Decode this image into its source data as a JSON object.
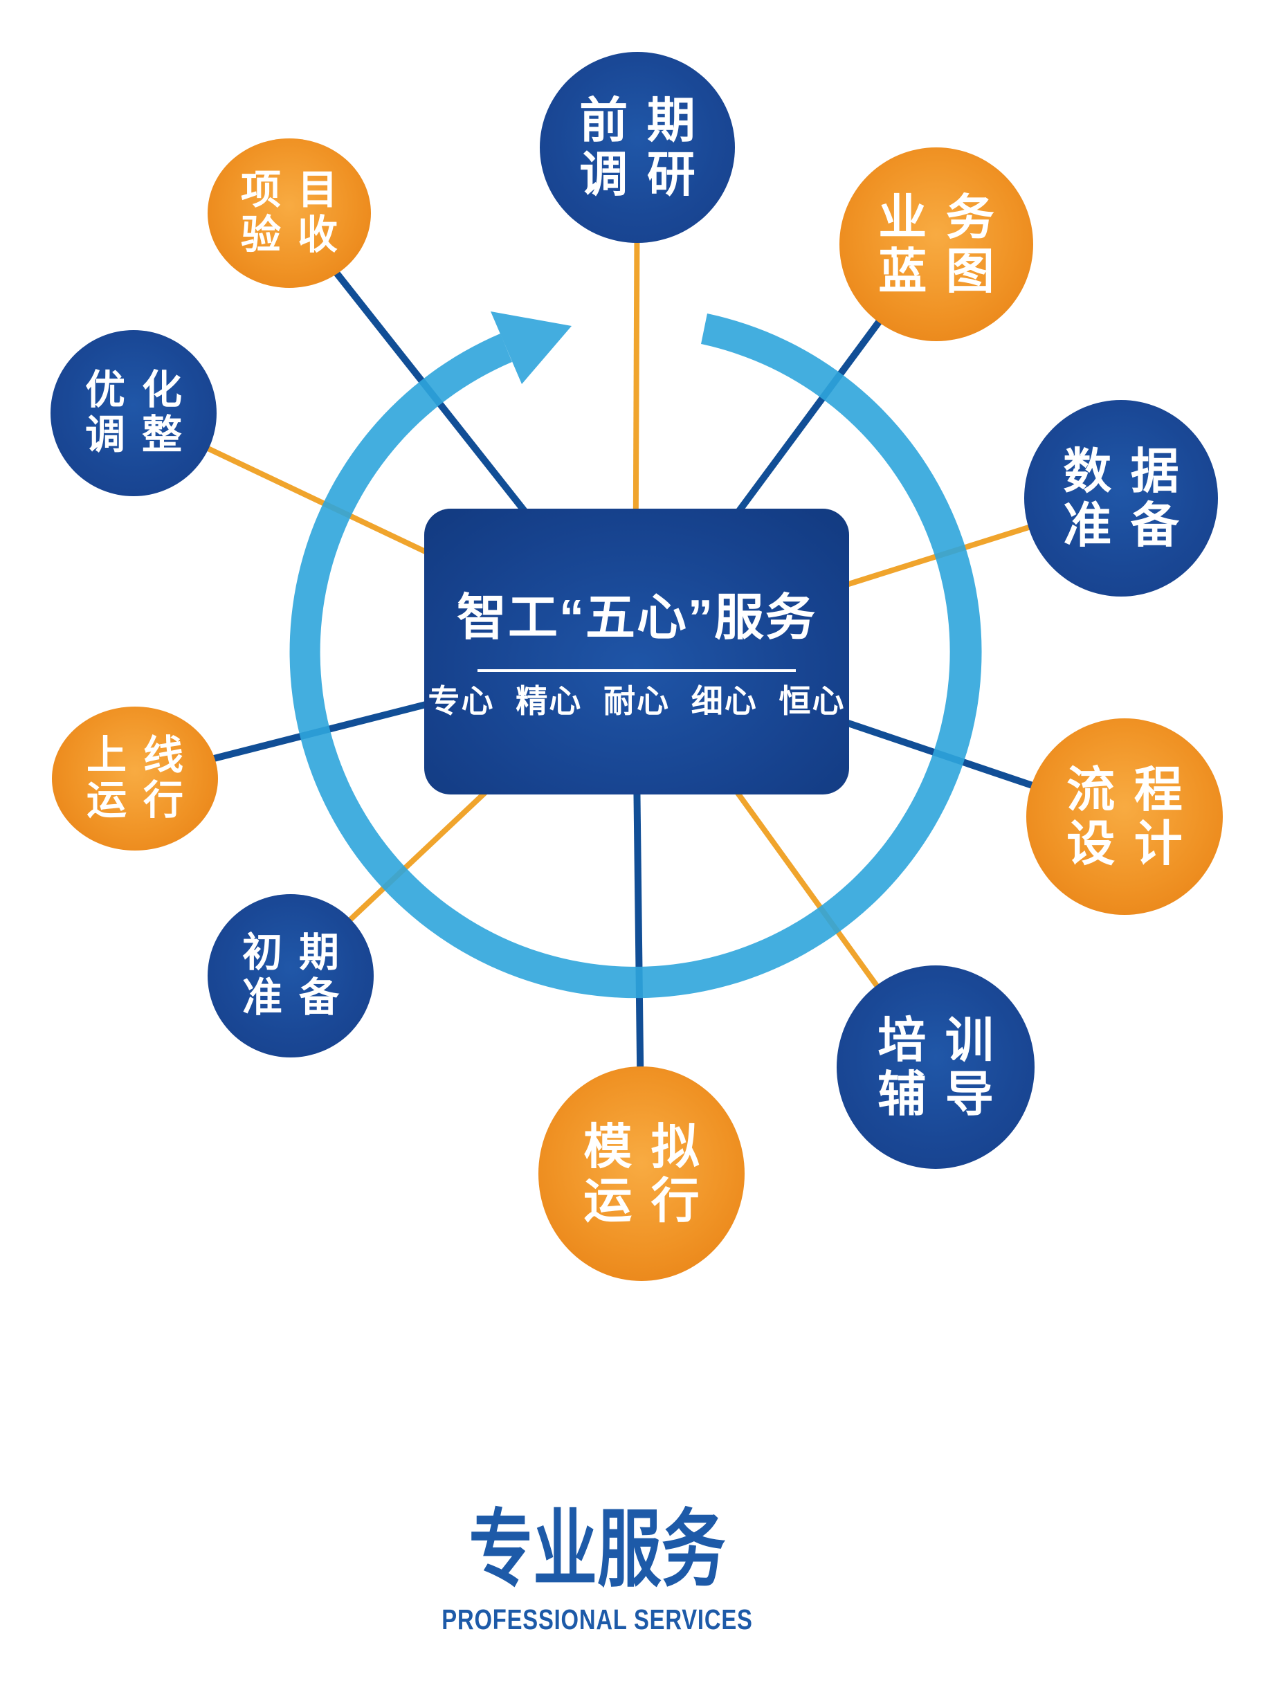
{
  "diagram": {
    "center": {
      "title": "智工“五心”服务",
      "subtitle": "专心 精心 耐心 细心 恒心"
    },
    "nodes": [
      {
        "id": "qianqi-diaoyan",
        "line1": "前 期",
        "line2": "调 研",
        "circle_color": "blue",
        "connector_color": "orange"
      },
      {
        "id": "yewu-lantu",
        "line1": "业 务",
        "line2": "蓝 图",
        "circle_color": "orange",
        "connector_color": "blue"
      },
      {
        "id": "shuju-zhunbei",
        "line1": "数 据",
        "line2": "准 备",
        "circle_color": "blue",
        "connector_color": "orange"
      },
      {
        "id": "liucheng-sheji",
        "line1": "流 程",
        "line2": "设 计",
        "circle_color": "orange",
        "connector_color": "blue"
      },
      {
        "id": "peixun-fudao",
        "line1": "培 训",
        "line2": "辅 导",
        "circle_color": "blue",
        "connector_color": "orange"
      },
      {
        "id": "moni-yunxing",
        "line1": "模 拟",
        "line2": "运 行",
        "circle_color": "orange",
        "connector_color": "blue"
      },
      {
        "id": "chuqi-zhunbei",
        "line1": "初 期",
        "line2": "准 备",
        "circle_color": "blue",
        "connector_color": "orange"
      },
      {
        "id": "shangxian-yunxing",
        "line1": "上 线",
        "line2": "运 行",
        "circle_color": "orange",
        "connector_color": "blue"
      },
      {
        "id": "youhua-tiaozheng",
        "line1": "优 化",
        "line2": "调 整",
        "circle_color": "blue",
        "connector_color": "orange"
      },
      {
        "id": "xiangmu-yanshou",
        "line1": "项 目",
        "line2": "验 收",
        "circle_color": "orange",
        "connector_color": "blue"
      }
    ],
    "footer": {
      "title": "专业服务",
      "subtitle": "PROFESSIONAL SERVICES"
    },
    "palette": {
      "node_blue": "#1a4896",
      "node_orange": "#ef8b1d",
      "connector_blue": "#114e96",
      "connector_orange": "#f0a42c",
      "arc_light_blue": "#2fa5dc",
      "panel_blue": "#17438f",
      "footer_text_blue": "#1d5aa8",
      "label_text": "#ffffff"
    }
  }
}
